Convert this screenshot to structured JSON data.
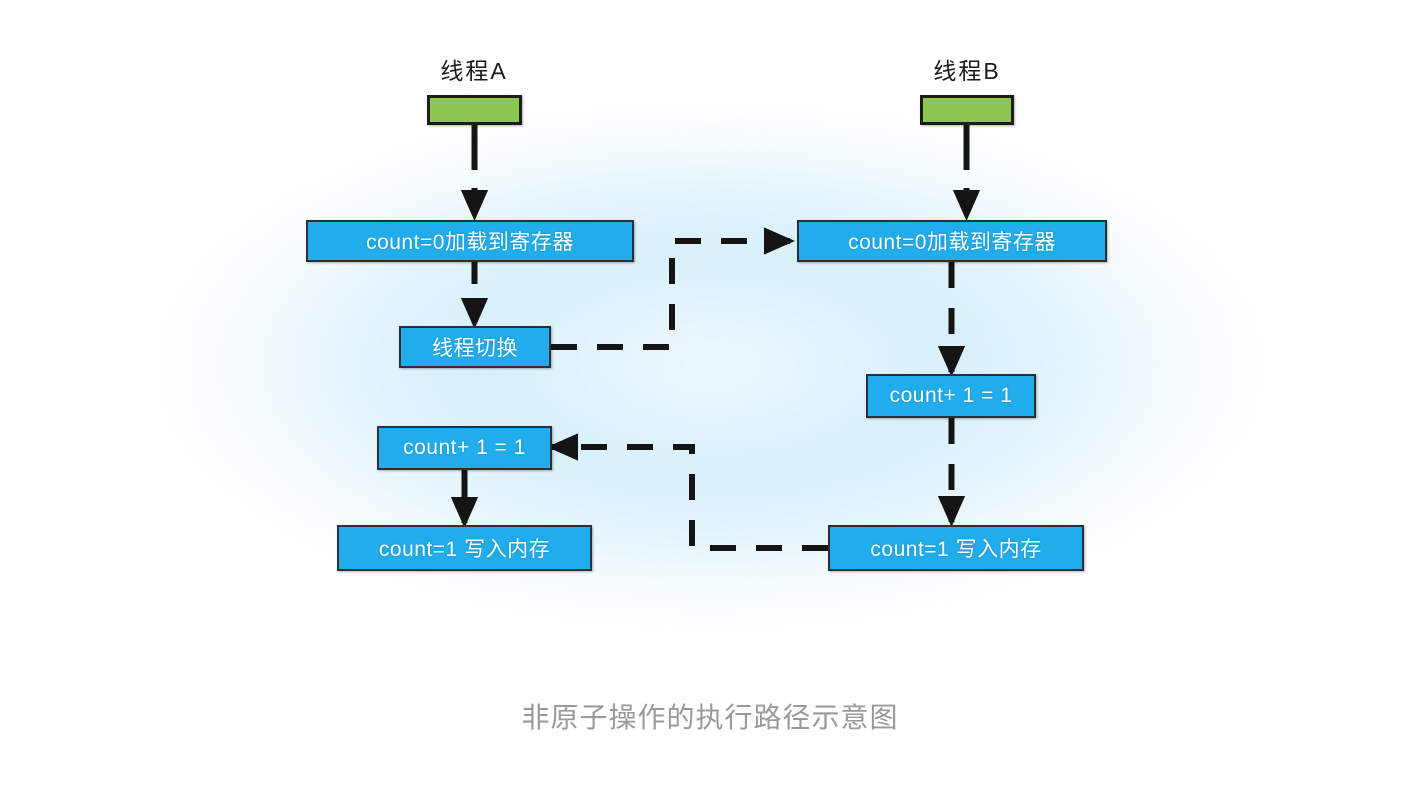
{
  "figure": {
    "caption": "非原子操作的执行路径示意图",
    "background_color": "#ffffff",
    "glow_color": "#b2e2f7",
    "node_fill": "#21aceb",
    "node_border": "#2b2f3a",
    "thread_bar_fill": "#8cc751",
    "edge_color": "#141414",
    "caption_color": "#9a9a9a"
  },
  "threads": [
    {
      "id": "A",
      "label": "线程A"
    },
    {
      "id": "B",
      "label": "线程B"
    }
  ],
  "nodes": {
    "a_load": {
      "text": "count=0加载到寄存器",
      "thread": "A"
    },
    "a_switch": {
      "text": "线程切换",
      "thread": "A"
    },
    "a_incr": {
      "text": "count+ 1 = 1",
      "thread": "A"
    },
    "a_write": {
      "text": "count=1 写入内存",
      "thread": "A"
    },
    "b_load": {
      "text": "count=0加载到寄存器",
      "thread": "B"
    },
    "b_incr": {
      "text": "count+ 1 = 1",
      "thread": "B"
    },
    "b_write": {
      "text": "count=1 写入内存",
      "thread": "B"
    }
  },
  "edges": [
    {
      "from": "threadA_bar",
      "to": "a_load",
      "style": "dashed",
      "arrow": true
    },
    {
      "from": "a_load",
      "to": "a_switch",
      "style": "dashed",
      "arrow": true
    },
    {
      "from": "a_switch",
      "to": "b_load",
      "style": "dashed",
      "arrow": true
    },
    {
      "from": "b_load",
      "to": "b_incr",
      "style": "dashed",
      "arrow": true
    },
    {
      "from": "b_incr",
      "to": "b_write",
      "style": "dashed",
      "arrow": true
    },
    {
      "from": "b_write",
      "to": "a_incr",
      "style": "dashed",
      "arrow": true
    },
    {
      "from": "a_incr",
      "to": "a_write",
      "style": "dashed",
      "arrow": true
    }
  ]
}
